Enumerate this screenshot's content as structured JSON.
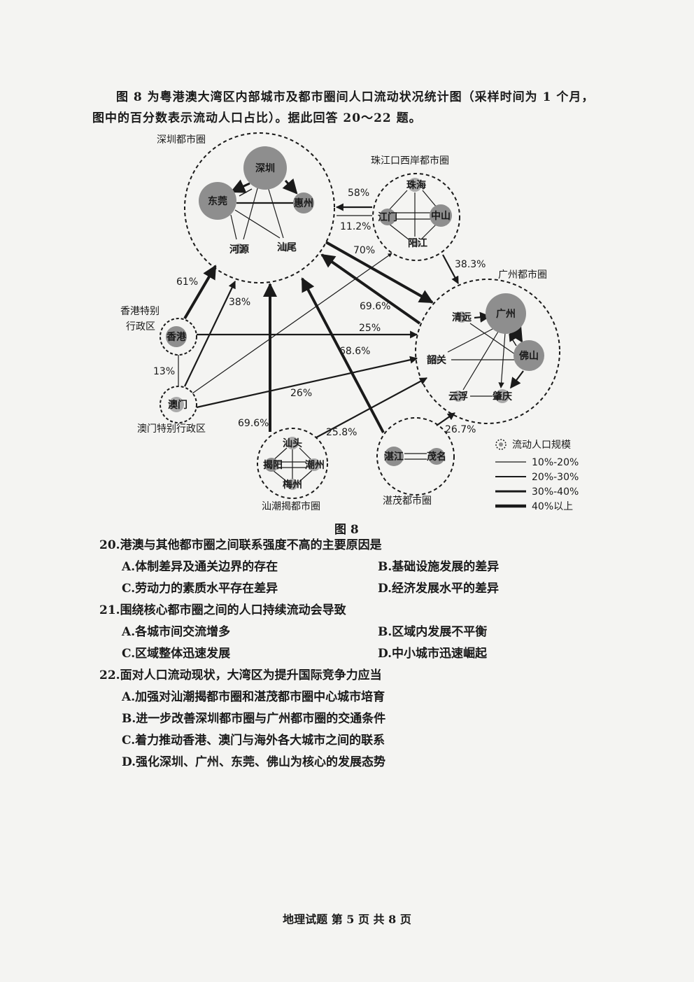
{
  "intro": {
    "line1": "图 8 为粤港澳大湾区内部城市及都市圈间人口流动状况统计图（采样时间为 1 个月，",
    "line2": "图中的百分数表示流动人口占比）。据此回答 20～22 题。"
  },
  "figure": {
    "label": "图 8",
    "circles": {
      "shenzhen": "深圳都市圈",
      "west": "珠江口西岸都市圈",
      "guangzhou": "广州都市圈",
      "hongkong_l1": "香港特别",
      "hongkong_l2": "行政区",
      "macau": "澳门特别行政区",
      "shantou": "汕潮揭都市圈",
      "zhanmao": "湛茂都市圈"
    },
    "cities": {
      "shenzhen": "深圳",
      "dongguan": "东莞",
      "huizhou": "惠州",
      "heyuan": "河源",
      "shanwei": "汕尾",
      "zhuhai": "珠海",
      "jiangmen": "江门",
      "zhongshan": "中山",
      "yangjiang": "阳江",
      "guangzhou": "广州",
      "foshan": "佛山",
      "qingyuan": "清远",
      "shaoguan": "韶关",
      "yunfu": "云浮",
      "zhaoqing": "肇庆",
      "hongkong": "香港",
      "macau": "澳门",
      "shantou": "汕头",
      "jieyang": "揭阳",
      "chaozhou": "潮州",
      "meizhou": "梅州",
      "zhanjiang": "湛江",
      "maoming": "茂名"
    },
    "flows": {
      "west_to_sz": "58%",
      "sz_to_west": "11.2%",
      "sz_to_gz": "70%",
      "west_to_gz": "38.3%",
      "hk_to_sz": "61%",
      "macau_to_sz": "38%",
      "gz_to_sz": "69.6%",
      "hk_to_gz": "25%",
      "shantou_to_sz": "68.6%",
      "macau_to_hk": "13%",
      "macau_to_gz": "26%",
      "shantou_up": "69.6%",
      "shantou_to_west": "25.8%",
      "zhanmao_to_gz": "26.7%"
    },
    "legend": {
      "scale": "流动人口规模",
      "l1": "10%-20%",
      "l2": "20%-30%",
      "l3": "30%-40%",
      "l4": "40%以上"
    }
  },
  "questions": [
    {
      "stem": "20.港澳与其他都市圈之间联系强度不高的主要原因是",
      "options": [
        "A.体制差异及通关边界的存在",
        "B.基础设施发展的差异",
        "C.劳动力的素质水平存在差异",
        "D.经济发展水平的差异"
      ]
    },
    {
      "stem": "21.围绕核心都市圈之间的人口持续流动会导致",
      "options": [
        "A.各城市间交流增多",
        "B.区域内发展不平衡",
        "C.区域整体迅速发展",
        "D.中小城市迅速崛起"
      ]
    },
    {
      "stem": "22.面对人口流动现状，大湾区为提升国际竞争力应当",
      "options": [
        "A.加强对汕潮揭都市圈和湛茂都市圈中心城市培育",
        "B.进一步改善深圳都市圈与广州都市圈的交通条件",
        "C.着力推动香港、澳门与海外各大城市之间的联系",
        "D.强化深圳、广州、东莞、佛山为核心的发展态势"
      ]
    }
  ],
  "footer": "地理试题  第 5 页  共 8 页"
}
